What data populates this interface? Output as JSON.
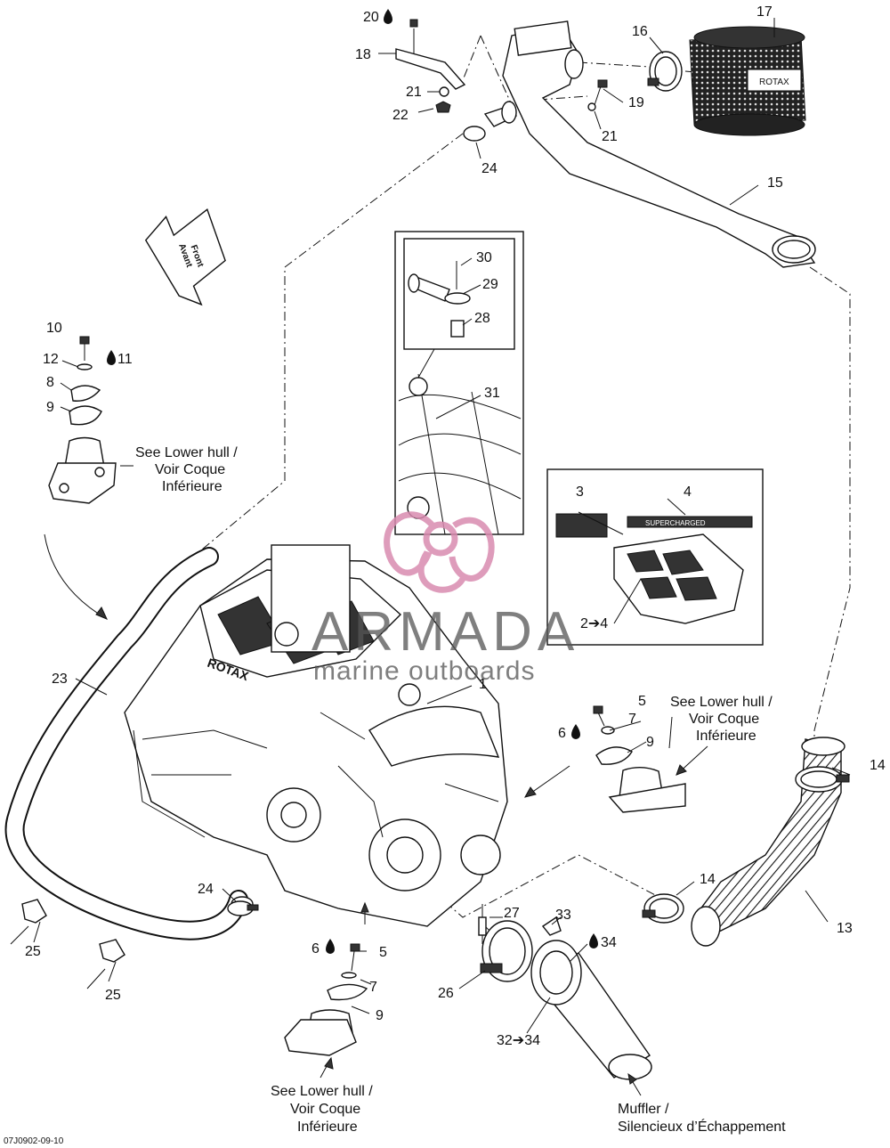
{
  "labels": {
    "l1": "1",
    "l2to4": "2➔4",
    "l3": "3",
    "l4": "4",
    "l5a": "5",
    "l5b": "5",
    "l6a": "6",
    "l6b": "6",
    "l7a": "7",
    "l7b": "7",
    "l8": "8",
    "l9a": "9",
    "l9b": "9",
    "l9c": "9",
    "l10": "10",
    "l11": "11",
    "l12": "12",
    "l13": "13",
    "l14a": "14",
    "l14b": "14",
    "l15": "15",
    "l16": "16",
    "l17": "17",
    "l18": "18",
    "l19": "19",
    "l20": "20",
    "l21a": "21",
    "l21b": "21",
    "l22": "22",
    "l23": "23",
    "l24a": "24",
    "l24b": "24",
    "l25a": "25",
    "l25b": "25",
    "l26": "26",
    "l27": "27",
    "l28": "28",
    "l29": "29",
    "l30": "30",
    "l31": "31",
    "l32to34": "32➔34",
    "l33": "33",
    "l34": "34"
  },
  "notes": {
    "lower_hull_1": "See Lower hull /",
    "lower_hull_2": "Voir Coque",
    "lower_hull_3": "Inférieure",
    "muffler_1": "Muffler /",
    "muffler_2": "Silencieux d’Échappement"
  },
  "front_arrow": {
    "line1": "Front",
    "line2": "Avant"
  },
  "filter_brand": "ROTAX",
  "engine_brand": "ROTAX",
  "decal_text": "SUPERCHARGED",
  "watermark": {
    "title": "ARMADA",
    "subtitle": "marine outboards",
    "color": "#d98bb0"
  },
  "doc_code": "07J0902-09-10"
}
